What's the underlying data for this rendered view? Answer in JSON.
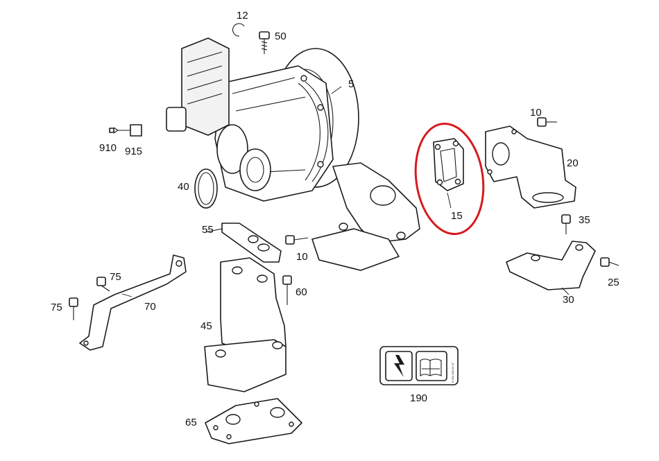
{
  "diagram": {
    "labels": {
      "p12": "12",
      "p50": "50",
      "p5": "5",
      "p10a": "10",
      "p10b": "10",
      "p910": "910",
      "p915": "915",
      "p15": "15",
      "p20": "20",
      "p40": "40",
      "p55": "55",
      "p35": "35",
      "p75a": "75",
      "p75b": "75",
      "p70": "70",
      "p60": "60",
      "p45": "45",
      "p25": "25",
      "p30": "30",
      "p190": "190",
      "p65": "65"
    },
    "highlighted_part": "15",
    "highlight_color": "#d7191c",
    "line_color": "#1a1a1a",
    "icons": [
      "electric-hazard-icon",
      "manual-wrench-icon"
    ]
  }
}
